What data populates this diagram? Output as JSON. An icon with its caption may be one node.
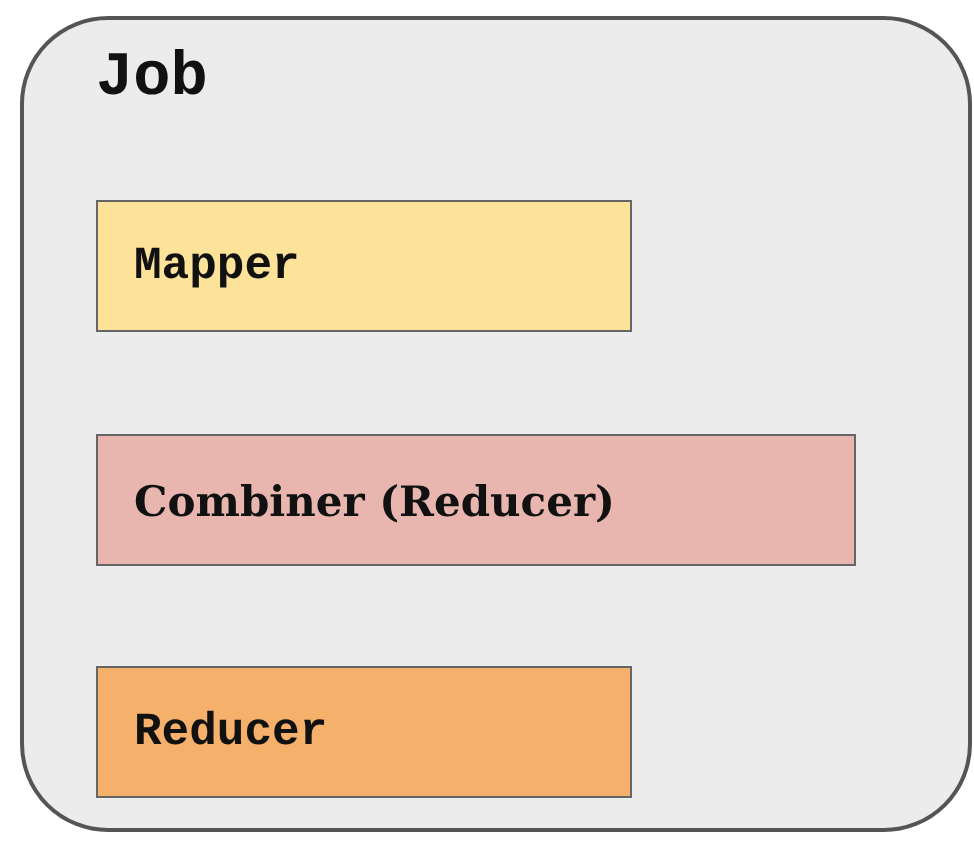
{
  "diagram": {
    "nodes": [
      {
        "text": [
          "Job"
        ]
      },
      {
        "text": [
          "Mapper"
        ],
        "in": 0
      },
      {
        "text": [
          "Combiner (Reducer)"
        ],
        "in": 0
      },
      {
        "text": [
          "Reducer"
        ],
        "in": 0
      }
    ]
  }
}
